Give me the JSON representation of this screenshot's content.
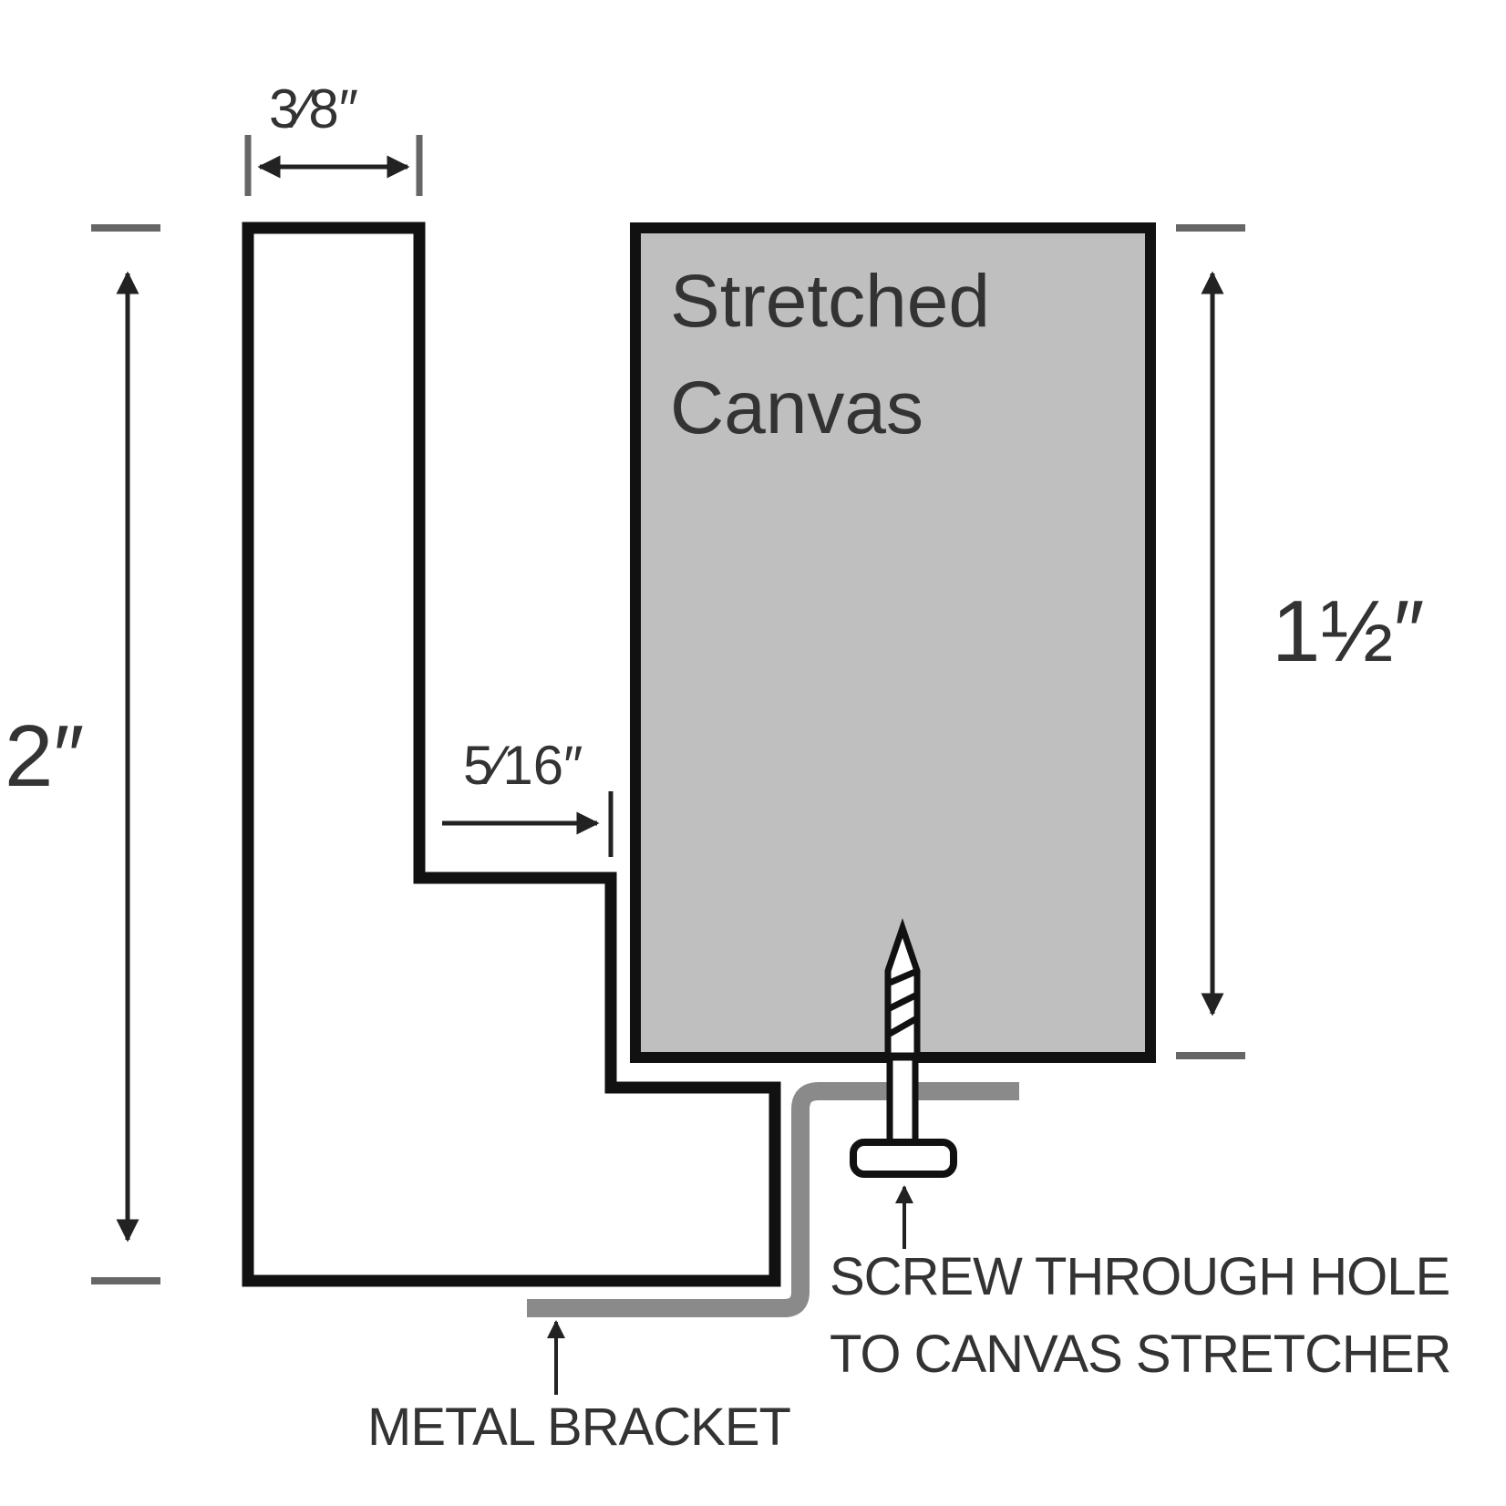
{
  "labels": {
    "canvas_line1": "Stretched",
    "canvas_line2": "Canvas",
    "frame_depth": "2″",
    "canvas_depth": "1½″",
    "face_width": "3⁄8″",
    "rabbet_width": "5⁄16″",
    "bracket_label": "METAL BRACKET",
    "screw_line1": "SCREW THROUGH HOLE",
    "screw_line2": "TO CANVAS STRETCHER"
  },
  "colors": {
    "outline": "#111111",
    "canvas_fill": "#bfbfbf",
    "bracket": "#8a8a8a",
    "dimension": "#666666",
    "text": "#333333"
  },
  "icons": {
    "screw": "screw-icon"
  }
}
